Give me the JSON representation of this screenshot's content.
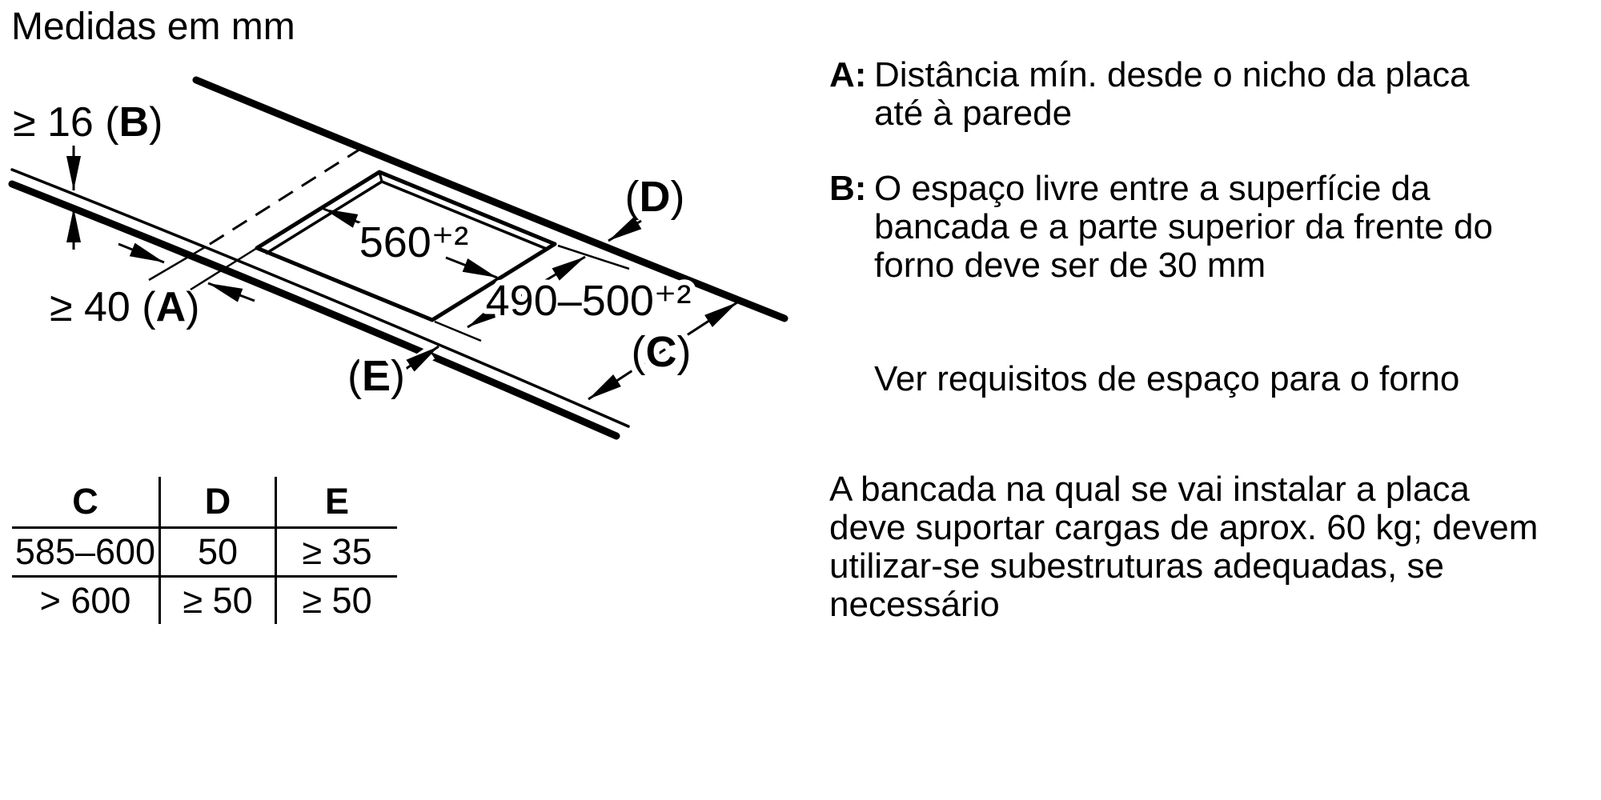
{
  "title": "Medidas em mm",
  "colors": {
    "ink": "#000000",
    "background": "#ffffff"
  },
  "diagram": {
    "thickness_dim": {
      "prefix": "≥ 16 (",
      "letter": "B",
      "suffix": ")"
    },
    "wall_dim": {
      "prefix": "≥ 40 (",
      "letter": "A",
      "suffix": ")"
    },
    "cutout_width_dim": "560⁺²",
    "cutout_depth_dim": "490–500⁺²",
    "back_clearance_label": {
      "prefix": "(",
      "letter": "D",
      "suffix": ")"
    },
    "counter_depth_label": {
      "prefix": "(",
      "letter": "C",
      "suffix": ")"
    },
    "front_clearance_label": {
      "prefix": "(",
      "letter": "E",
      "suffix": ")"
    }
  },
  "table": {
    "headers": [
      "C",
      "D",
      "E"
    ],
    "rows": [
      [
        "585–600",
        "50",
        "≥ 35"
      ],
      [
        "> 600",
        "≥ 50",
        "≥ 50"
      ]
    ]
  },
  "notes": [
    {
      "label": "A:",
      "text": "Distância mín. desde o nicho da placa\naté à parede"
    },
    {
      "label": "B:",
      "text": "O espaço livre entre a superfície da\nbancada e a parte superior da frente do\nforno deve ser de 30 mm"
    },
    {
      "label": "",
      "text": "Ver requisitos de espaço para o forno"
    }
  ],
  "footnote": "A bancada na qual se vai instalar a placa\ndeve suportar cargas de aprox. 60 kg; devem\nutilizar-se subestruturas adequadas, se\nnecessário"
}
